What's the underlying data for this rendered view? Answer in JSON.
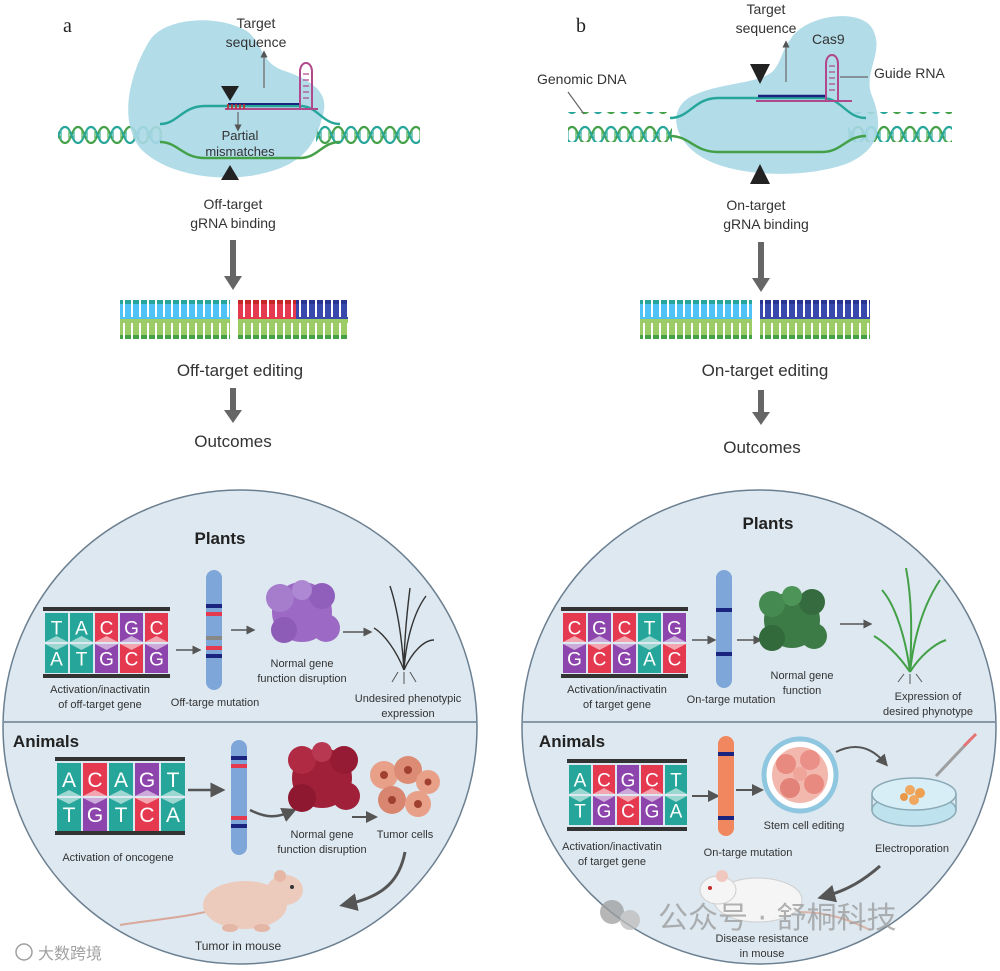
{
  "panel_a": {
    "label": "a",
    "target_sequence": [
      "Target",
      "sequence"
    ],
    "partial_mismatches": [
      "Partial",
      "mismatches"
    ],
    "binding": [
      "Off-target",
      "gRNA binding"
    ],
    "editing": "Off-target editing",
    "outcomes": "Outcomes",
    "plants_title": "Plants",
    "plants_tiles_top": [
      "T",
      "A",
      "C",
      "G",
      "C"
    ],
    "plants_tiles_bottom": [
      "A",
      "T",
      "G",
      "C",
      "G"
    ],
    "plants_caption_gene": [
      "Activation/inactivatin",
      "of off-target gene"
    ],
    "plants_caption_mutation": "Off-targe mutation",
    "plants_caption_protein": [
      "Normal gene",
      "function disruption"
    ],
    "plants_caption_phenotype": [
      "Undesired phenotypic",
      "expression"
    ],
    "animals_title": "Animals",
    "animals_tiles_top": [
      "A",
      "C",
      "A",
      "G",
      "T"
    ],
    "animals_tiles_bottom": [
      "T",
      "G",
      "T",
      "C",
      "A"
    ],
    "animals_caption_gene": "Activation of oncogene",
    "animals_caption_protein": [
      "Normal gene",
      "function disruption"
    ],
    "animals_caption_tumor": "Tumor cells",
    "animals_caption_mouse": "Tumor in mouse"
  },
  "panel_b": {
    "label": "b",
    "target_sequence": [
      "Target",
      "sequence"
    ],
    "cas9": "Cas9",
    "guide_rna": "Guide RNA",
    "genomic_dna": "Genomic DNA",
    "binding": [
      "On-target",
      "gRNA binding"
    ],
    "editing": "On-target editing",
    "outcomes": "Outcomes",
    "plants_title": "Plants",
    "plants_tiles_top": [
      "C",
      "G",
      "C",
      "T",
      "G"
    ],
    "plants_tiles_bottom": [
      "G",
      "C",
      "G",
      "A",
      "C"
    ],
    "plants_caption_gene": [
      "Activation/inactivatin",
      "of target gene"
    ],
    "plants_caption_mutation": "On-targe mutation",
    "plants_caption_protein": [
      "Normal gene",
      "function"
    ],
    "plants_caption_phenotype": [
      "Expression of",
      "desired phynotype"
    ],
    "animals_title": "Animals",
    "animals_tiles_top": [
      "A",
      "C",
      "G",
      "C",
      "T"
    ],
    "animals_tiles_bottom": [
      "T",
      "G",
      "C",
      "G",
      "A"
    ],
    "animals_caption_gene": [
      "Activation/inactivatin",
      "of target gene"
    ],
    "animals_caption_mutation": "On-targe mutation",
    "animals_caption_stem": "Stem cell editing",
    "animals_caption_electro": "Electroporation",
    "animals_caption_mouse": [
      "Disease resistance",
      "in mouse"
    ]
  },
  "watermarks": {
    "wechat": "公众号 · 舒桐科技",
    "corner": "大数跨境"
  },
  "colors": {
    "cas9_blob": "#a9d8e6",
    "dna_green": "#4caf50",
    "dna_teal": "#26a69a",
    "rna_purple": "#b0488c",
    "mismatch_red": "#c62828",
    "circle_fill": "#dde8f0",
    "circle_stroke": "#6b7f90",
    "purple_protein": "#9c6ac4",
    "green_protein": "#3c7a46",
    "red_protein": "#a0203a",
    "chromosome_blue": "#7ea6d8",
    "chromosome_orange": "#f0875e"
  }
}
